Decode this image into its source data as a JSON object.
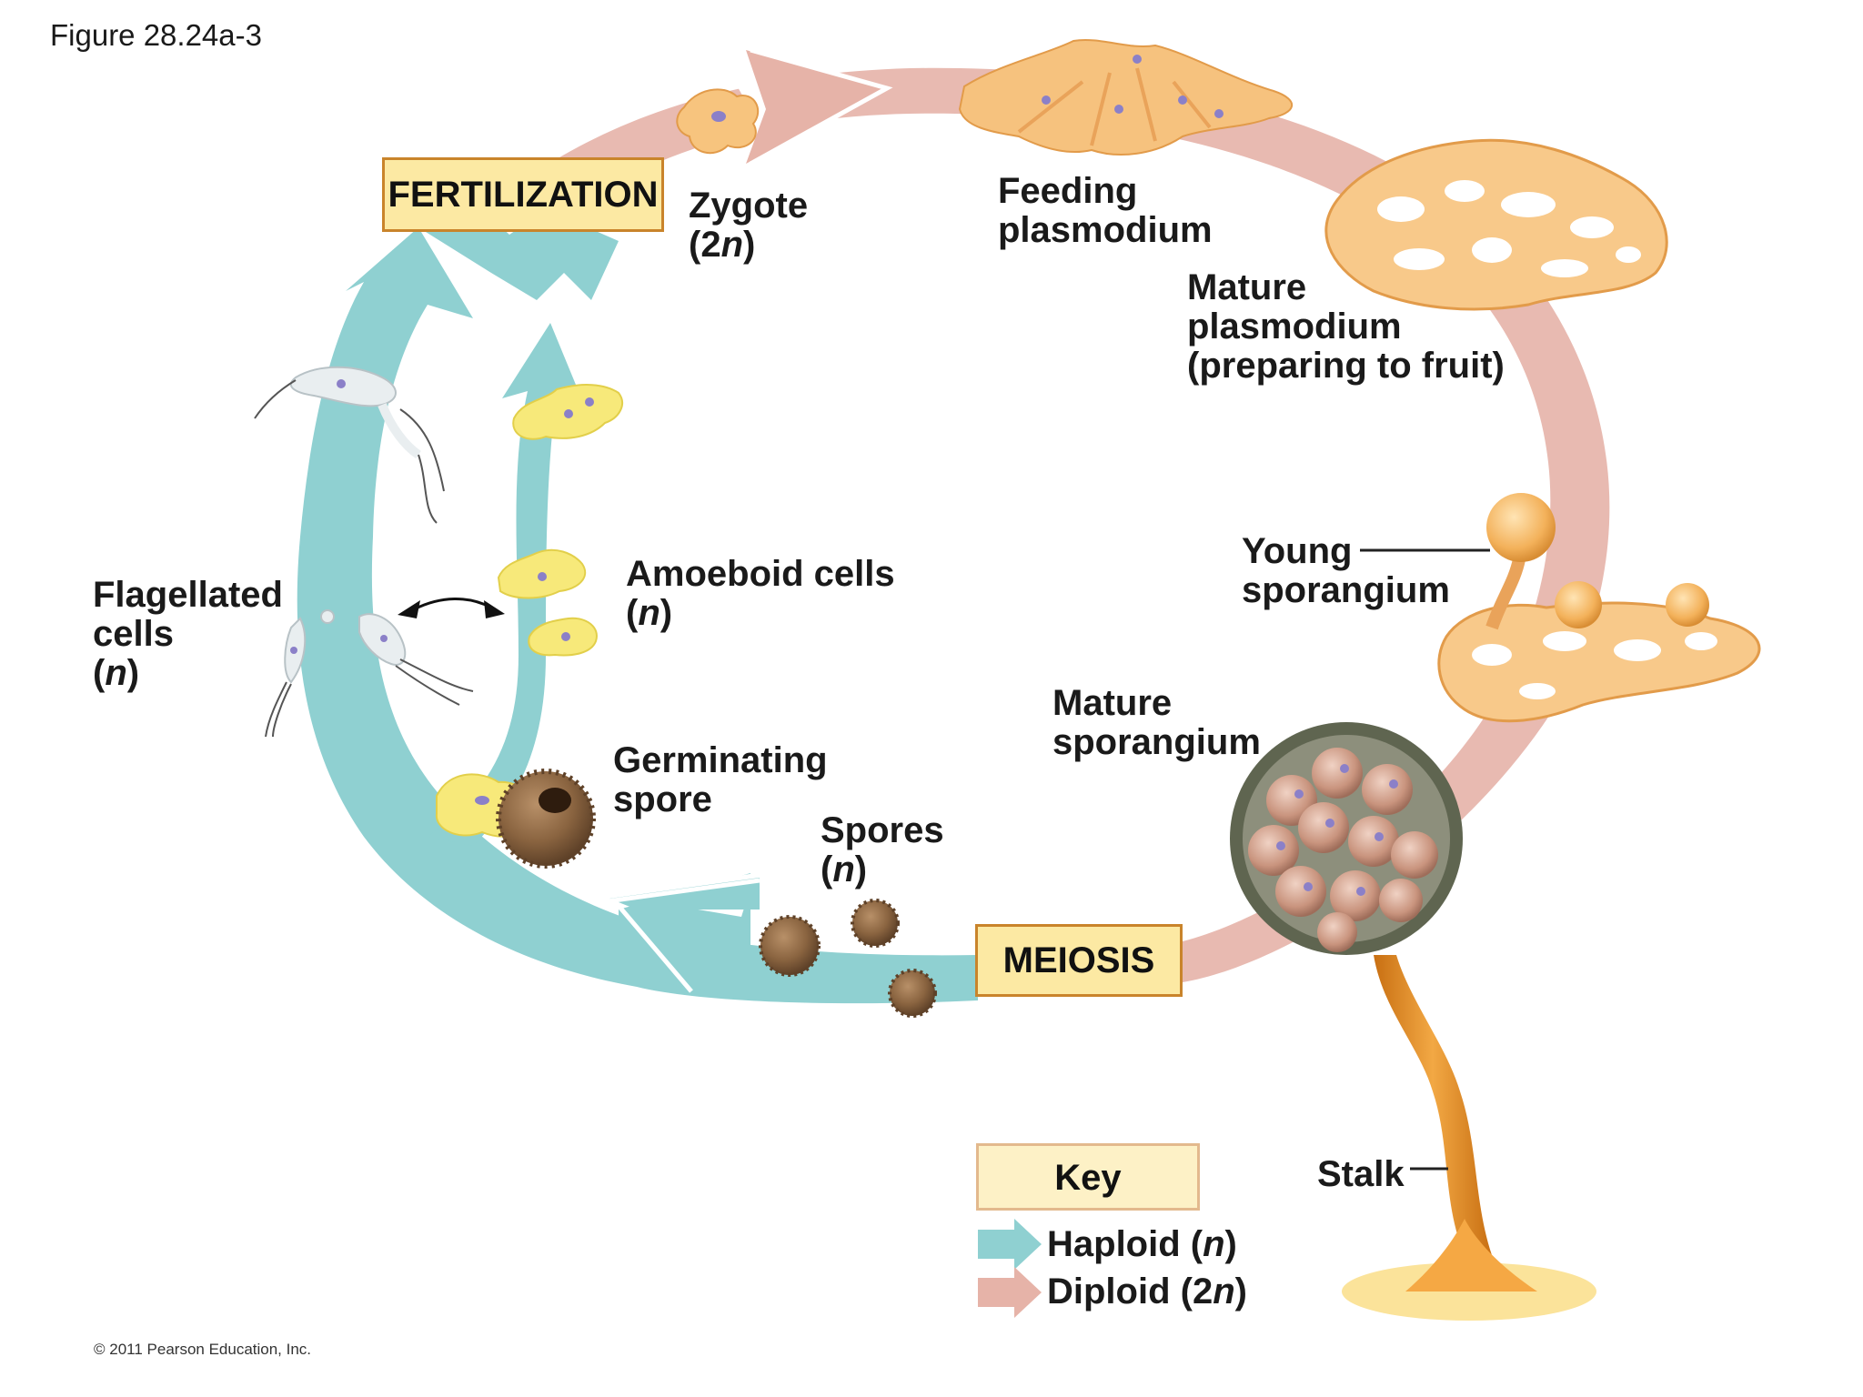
{
  "figure_id": "Figure 28.24a-3",
  "copyright": "© 2011 Pearson Education, Inc.",
  "stages": {
    "fertilization": "FERTILIZATION",
    "meiosis": "MEIOSIS"
  },
  "labels": {
    "zygote": [
      "Zygote",
      "(2",
      "n",
      ")"
    ],
    "feeding_plasmodium": [
      "Feeding",
      "plasmodium"
    ],
    "mature_plasmodium": [
      "Mature",
      "plasmodium",
      "(preparing to fruit)"
    ],
    "young_sporangium": [
      "Young",
      "sporangium"
    ],
    "mature_sporangium": [
      "Mature",
      "sporangium"
    ],
    "stalk": "Stalk",
    "spores": [
      "Spores",
      "(",
      "n",
      ")"
    ],
    "germinating_spore": [
      "Germinating",
      "spore"
    ],
    "amoeboid_cells": [
      "Amoeboid cells",
      "(",
      "n",
      ")"
    ],
    "flagellated_cells": [
      "Flagellated",
      "cells",
      "(",
      "n",
      ")"
    ]
  },
  "key": {
    "title": "Key",
    "haploid": [
      "Haploid (",
      "n",
      ")"
    ],
    "diploid": [
      "Diploid (2",
      "n",
      ")"
    ]
  },
  "colors": {
    "haploid": "#8fd0d1",
    "diploid": "#e6b3a8",
    "plasmodium": "#f6c27e",
    "amoeboid": "#f7e97a",
    "spore": "#8a6440",
    "stalk": "#e08a22",
    "box_fill": "#fce9a3",
    "box_border": "#c9842b"
  }
}
